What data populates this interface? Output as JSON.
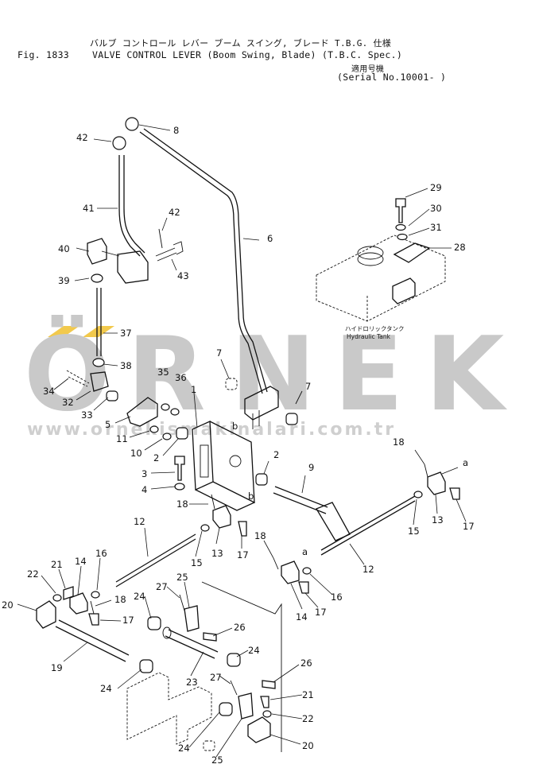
{
  "header": {
    "title_jp": "バルブ コントロール レバー  ブーム スイング, ブレード    T.B.G. 仕様",
    "fig_label": "Fig. 1833",
    "title_en": "VALVE CONTROL LEVER (Boom Swing, Blade) (T.B.C. Spec.)",
    "serial_jp": "適用号機",
    "serial_en": "(Serial No.10001- )"
  },
  "watermark": {
    "letters": [
      "Ö",
      "R",
      "N",
      "E",
      "K"
    ],
    "url": "www.ornekismakinalari.com.tr",
    "accent_color": "#f2c94c"
  },
  "tank_label": {
    "jp": "ハイドロリックタンク",
    "en": "Hydraulic Tank"
  },
  "part_labels": [
    {
      "text": "8"
    },
    {
      "text": "42"
    },
    {
      "text": "41"
    },
    {
      "text": "42"
    },
    {
      "text": "40"
    },
    {
      "text": "43"
    },
    {
      "text": "39"
    },
    {
      "text": "37"
    },
    {
      "text": "38"
    },
    {
      "text": "34"
    },
    {
      "text": "32"
    },
    {
      "text": "33"
    },
    {
      "text": "35"
    },
    {
      "text": "36"
    },
    {
      "text": "5"
    },
    {
      "text": "11"
    },
    {
      "text": "10"
    },
    {
      "text": "2"
    },
    {
      "text": "3"
    },
    {
      "text": "4"
    },
    {
      "text": "1"
    },
    {
      "text": "7"
    },
    {
      "text": "7"
    },
    {
      "text": "6"
    },
    {
      "text": "b"
    },
    {
      "text": "2"
    },
    {
      "text": "9"
    },
    {
      "text": "18"
    },
    {
      "text": "b"
    },
    {
      "text": "12"
    },
    {
      "text": "15"
    },
    {
      "text": "13"
    },
    {
      "text": "17"
    },
    {
      "text": "18"
    },
    {
      "text": "a"
    },
    {
      "text": "16"
    },
    {
      "text": "14"
    },
    {
      "text": "17"
    },
    {
      "text": "12"
    },
    {
      "text": "29"
    },
    {
      "text": "30"
    },
    {
      "text": "31"
    },
    {
      "text": "28"
    },
    {
      "text": "18"
    },
    {
      "text": "a"
    },
    {
      "text": "15"
    },
    {
      "text": "13"
    },
    {
      "text": "17"
    },
    {
      "text": "22"
    },
    {
      "text": "21"
    },
    {
      "text": "14"
    },
    {
      "text": "16"
    },
    {
      "text": "20"
    },
    {
      "text": "18"
    },
    {
      "text": "17"
    },
    {
      "text": "19"
    },
    {
      "text": "24"
    },
    {
      "text": "27"
    },
    {
      "text": "25"
    },
    {
      "text": "26"
    },
    {
      "text": "24"
    },
    {
      "text": "23"
    },
    {
      "text": "24"
    },
    {
      "text": "26"
    },
    {
      "text": "27"
    },
    {
      "text": "21"
    },
    {
      "text": "22"
    },
    {
      "text": "24"
    },
    {
      "text": "25"
    },
    {
      "text": "20"
    }
  ],
  "colors": {
    "ink": "#111111",
    "watermark": "#c9c9c9",
    "background": "#ffffff"
  }
}
